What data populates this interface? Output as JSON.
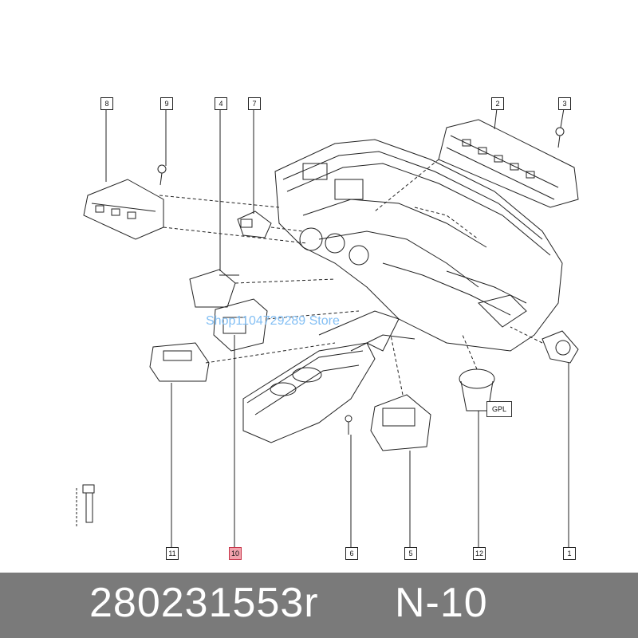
{
  "callouts": {
    "c1": "1",
    "c2": "2",
    "c3": "3",
    "c4": "4",
    "c5": "5",
    "c6": "6",
    "c7": "7",
    "c8": "8",
    "c9": "9",
    "c10": "10",
    "c11": "11",
    "c12": "12"
  },
  "gpl_label": "GPL",
  "watermark": "Shop1104729289 Store",
  "footer": {
    "part_number": "280231553r",
    "reference": "N-10"
  },
  "colors": {
    "highlight": "#f2a3ad",
    "footer_bg": "#7a7a7a"
  }
}
